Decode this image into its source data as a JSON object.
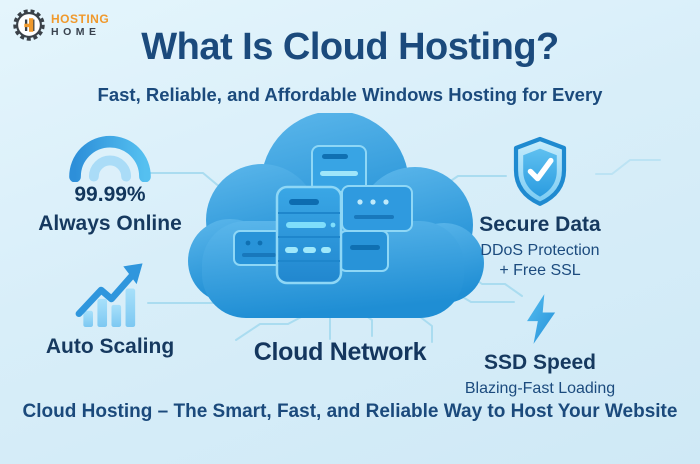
{
  "brand": {
    "icon": "gear-h-logo-icon",
    "line1": "HOSTING",
    "line2": "HOME"
  },
  "header": {
    "title": "What Is Cloud Hosting?",
    "subtitle": "Fast, Reliable, and Affordable Windows Hosting for Every"
  },
  "features": {
    "always_online": {
      "icon": "uptime-gauge-icon",
      "value": "99.99%",
      "label": "Always Online"
    },
    "auto_scaling": {
      "icon": "growth-chart-icon",
      "label": "Auto Scaling"
    },
    "secure_data": {
      "icon": "shield-check-icon",
      "label": "Secure Data",
      "sub_line1": "DDoS Protection",
      "sub_line2": "+ Free SSL"
    },
    "ssd_speed": {
      "icon": "lightning-bolt-icon",
      "label": "SSD Speed",
      "sub": "Blazing-Fast Loading"
    }
  },
  "center": {
    "icon": "cloud-servers-illustration",
    "label": "Cloud Network"
  },
  "footer": {
    "tagline": "Cloud Hosting – The Smart, Fast, and Reliable Way to Host Your Website"
  },
  "colors": {
    "background": "#d8eef9",
    "title_navy": "#1b4a7c",
    "label_navy": "#16395f",
    "cloud_blue_top": "#58b4ea",
    "cloud_blue_bottom": "#1f8ed4",
    "icon_blue": "#2e96dd",
    "icon_light_blue": "#9bd9f7",
    "connector_blue": "#aadcf0",
    "logo_orange": "#f0992c",
    "logo_dark": "#39424e"
  }
}
